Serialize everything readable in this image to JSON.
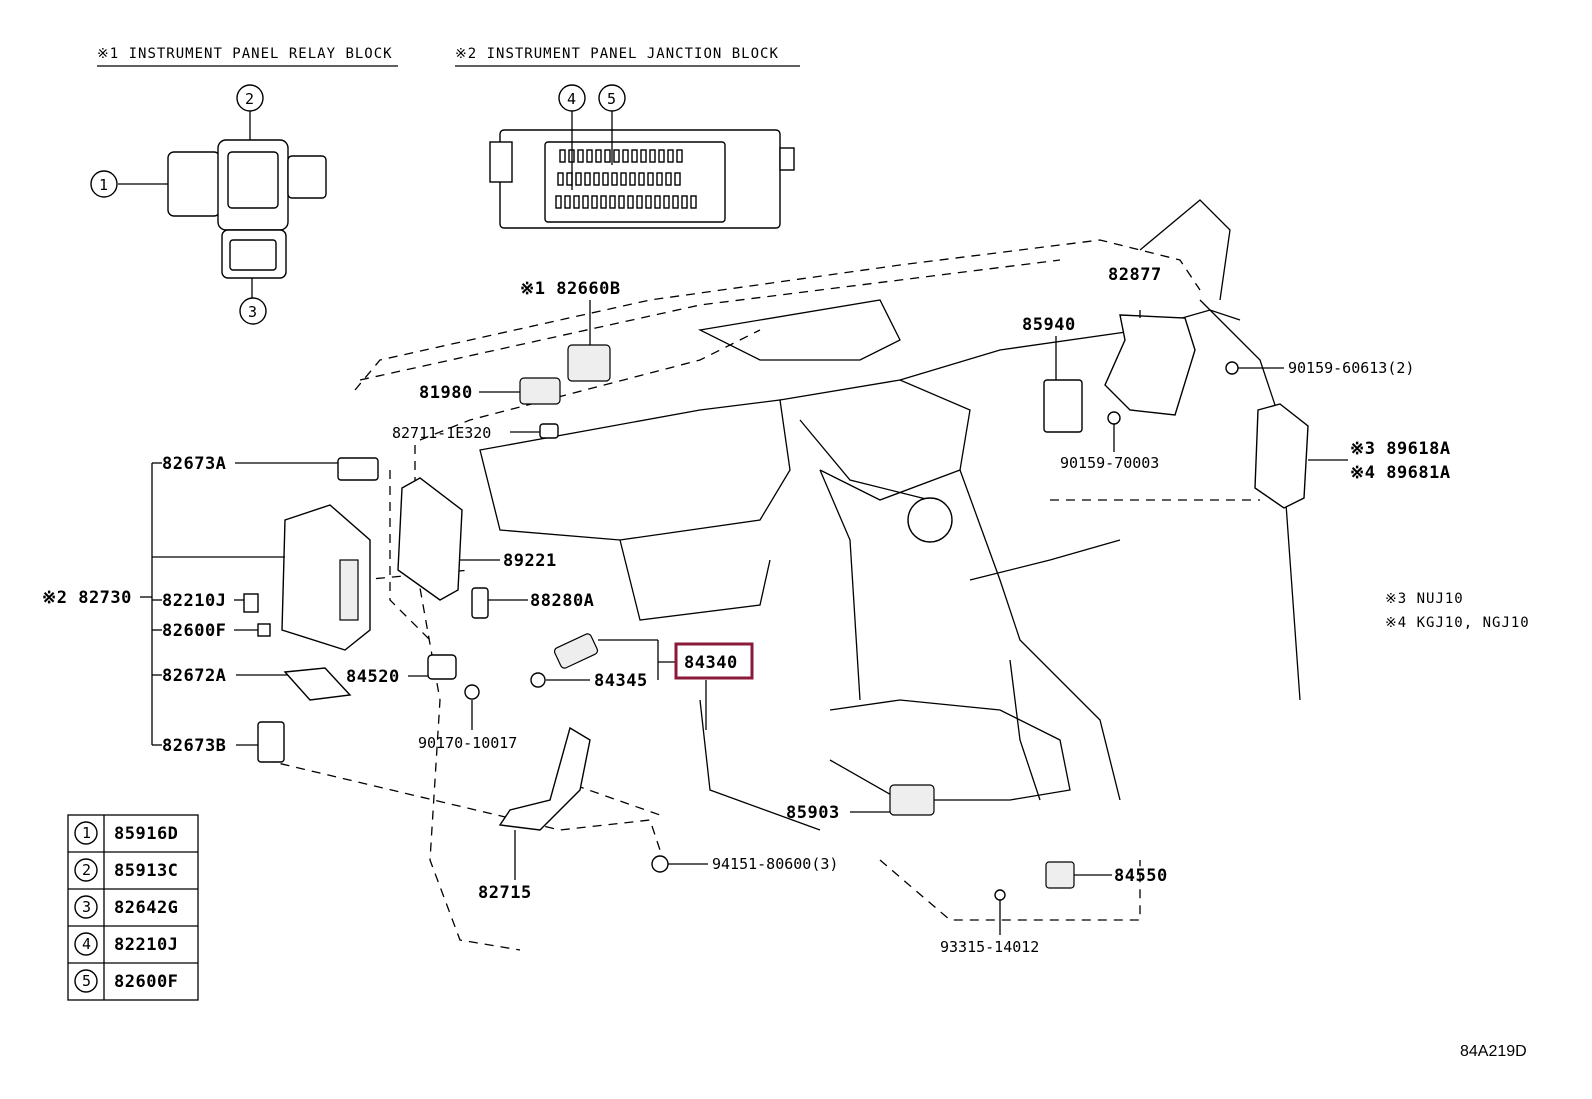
{
  "notes": {
    "n1": "※1 INSTRUMENT PANEL RELAY BLOCK",
    "n2": "※2 INSTRUMENT PANEL JANCTION BLOCK",
    "n3": "※3 NUJ10",
    "n4": "※4 KGJ10, NGJ10"
  },
  "callouts": {
    "c1": "1",
    "c2": "2",
    "c3": "3",
    "c4": "4",
    "c5": "5"
  },
  "parts": {
    "p82660B": "※1 82660B",
    "p81980": "81980",
    "p82711": "82711-1E320",
    "p82673A": "82673A",
    "p82730": "※2 82730",
    "p82210J": "82210J",
    "p82600F": "82600F",
    "p82672A": "82672A",
    "p82673B": "82673B",
    "p89221": "89221",
    "p88280A": "88280A",
    "p84520": "84520",
    "p84345": "84345",
    "p84340": "84340",
    "p90170": "90170-10017",
    "p82715": "82715",
    "p94151": "94151-80600(3)",
    "p85903": "85903",
    "p84550": "84550",
    "p93315": "93315-14012",
    "p82877": "82877",
    "p85940": "85940",
    "p90159a": "90159-60613(2)",
    "p90159b": "90159-70003",
    "p89618A": "※3 89618A",
    "p89681A": "※4 89681A"
  },
  "legend": [
    {
      "num": "1",
      "part": "85916D"
    },
    {
      "num": "2",
      "part": "85913C"
    },
    {
      "num": "3",
      "part": "82642G"
    },
    {
      "num": "4",
      "part": "82210J"
    },
    {
      "num": "5",
      "part": "82600F"
    }
  ],
  "highlight_color": "#8b1a3a",
  "diagram_id": "84A219D"
}
